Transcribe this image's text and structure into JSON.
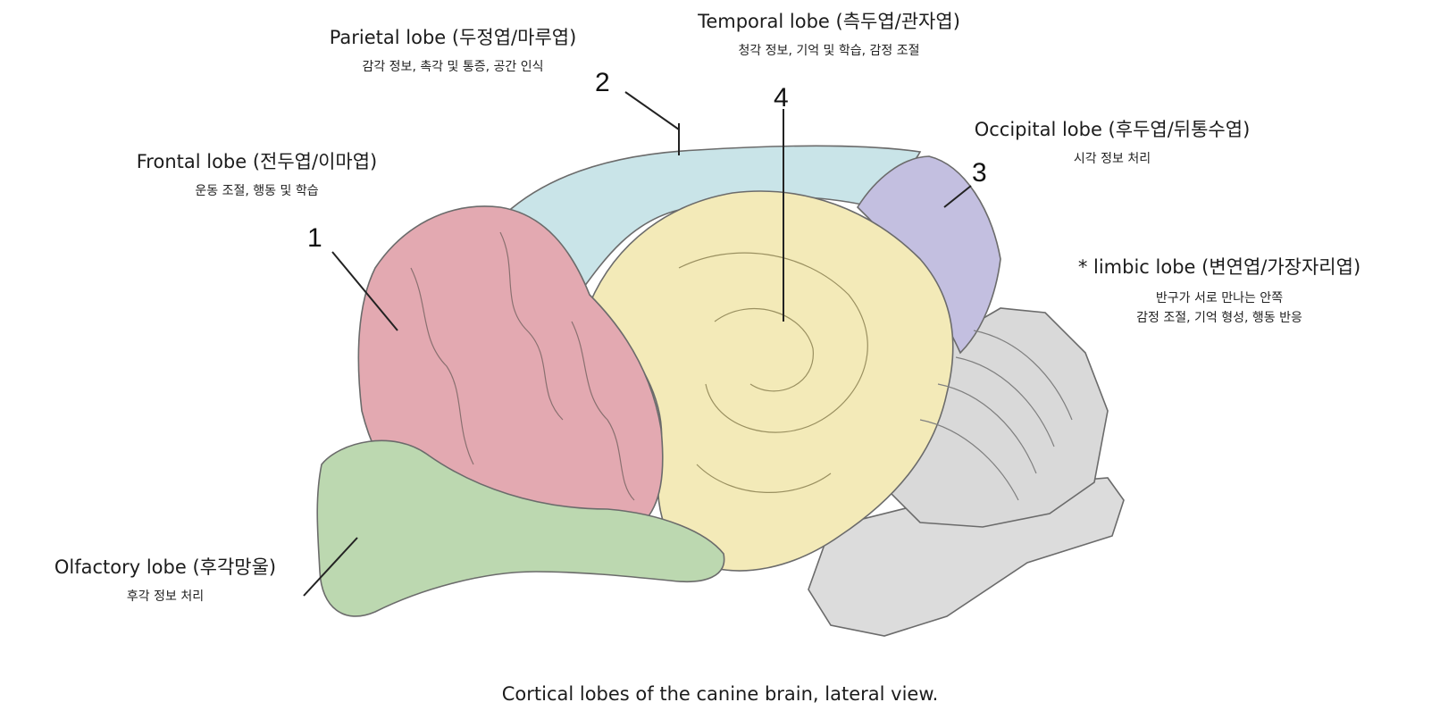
{
  "labels": {
    "parietal": {
      "title": "Parietal lobe (두정엽/마루엽)",
      "desc": "감각 정보, 촉각 및 통증, 공간 인식"
    },
    "temporal": {
      "title": "Temporal lobe (측두엽/관자엽)",
      "desc": "청각 정보, 기억 및 학습, 감정 조절"
    },
    "occipital": {
      "title": "Occipital lobe (후두엽/뒤통수엽)",
      "desc": "시각 정보 처리"
    },
    "frontal": {
      "title": "Frontal lobe (전두엽/이마엽)",
      "desc": "운동 조절, 행동 및 학습"
    },
    "limbic": {
      "title": "* limbic lobe (변연엽/가장자리엽)",
      "desc1": "반구가 서로 만나는 안쪽",
      "desc2": "감정 조절, 기억 형성, 행동 반응"
    },
    "olfactory": {
      "title": "Olfactory lobe (후각망울)",
      "desc": "후각 정보 처리"
    }
  },
  "numbers": {
    "n1": "1",
    "n2": "2",
    "n3": "3",
    "n4": "4"
  },
  "caption": "Cortical lobes of the canine brain, lateral view.",
  "colors": {
    "frontal": "#e3a9b1",
    "parietal": "#c9e4e8",
    "occipital": "#c3bfe0",
    "temporal": "#f3eab8",
    "olfactory": "#bcd8b0",
    "cerebellum": "#d9d9d9"
  }
}
